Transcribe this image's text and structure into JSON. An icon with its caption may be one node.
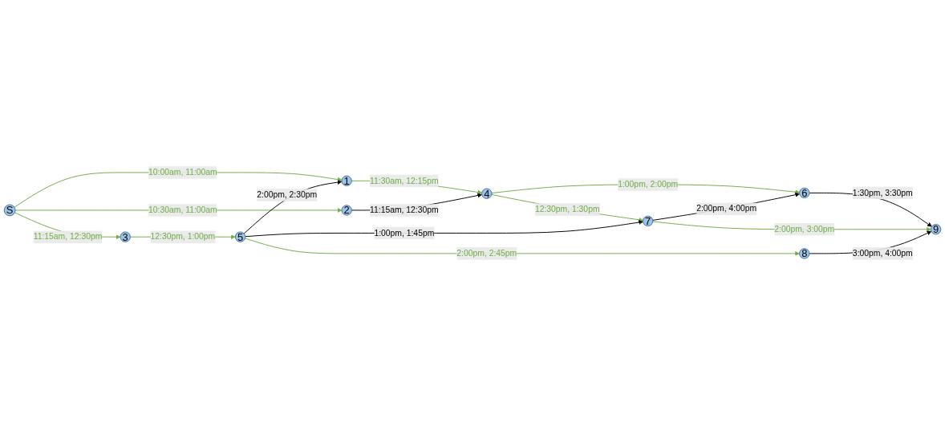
{
  "diagram": {
    "nodes": [
      {
        "text": [
          "S"
        ]
      },
      {
        "text": [
          "1"
        ]
      },
      {
        "text": [
          "2"
        ]
      },
      {
        "text": [
          "3"
        ]
      },
      {
        "text": [
          "4"
        ]
      },
      {
        "text": [
          "5"
        ]
      },
      {
        "text": [
          "6"
        ]
      },
      {
        "text": [
          "7"
        ]
      },
      {
        "text": [
          "8"
        ]
      },
      {
        "text": [
          "9"
        ]
      }
    ],
    "edges": [
      {
        "from": 0,
        "to": 1,
        "arrow": "to",
        "label": "10:00am, 11:00am"
      },
      {
        "from": 0,
        "to": 2,
        "arrow": "to",
        "label": "10:30am, 11:00am"
      },
      {
        "from": 0,
        "to": 3,
        "arrow": "to",
        "label": "11:15am, 12:30pm"
      },
      {
        "from": 1,
        "to": 4,
        "arrow": "to",
        "label": "11:30am, 12:15pm"
      },
      {
        "from": 2,
        "to": 4,
        "arrow": "to",
        "label": "11:15am, 12:30pm",
        "color": "#000000"
      },
      {
        "from": 3,
        "to": 5,
        "arrow": "to",
        "label": "12:30pm, 1:00pm"
      },
      {
        "from": 4,
        "to": 6,
        "arrow": "to",
        "label": "1:00pm, 2:00pm"
      },
      {
        "from": 4,
        "to": 7,
        "arrow": "to",
        "label": "12:30pm, 1:30pm"
      },
      {
        "from": 5,
        "to": 1,
        "arrow": "to",
        "label": "2:00pm, 2:30pm",
        "color": "#000000"
      },
      {
        "from": 5,
        "to": 7,
        "arrow": "to",
        "label": "1:00pm, 1:45pm",
        "color": "#000000"
      },
      {
        "from": 5,
        "to": 8,
        "arrow": "to",
        "label": "2:00pm, 2:45pm"
      },
      {
        "from": 7,
        "to": 6,
        "arrow": "to",
        "label": "2:00pm, 4:00pm",
        "color": "#000000"
      },
      {
        "from": 6,
        "to": 9,
        "arrow": "to",
        "label": "1:30pm, 3:30pm",
        "color": "#000000"
      },
      {
        "from": 7,
        "to": 9,
        "arrow": "to",
        "label": "2:00pm, 3:00pm"
      },
      {
        "from": 8,
        "to": 9,
        "arrow": "to",
        "label": "3:00pm, 4:00pm",
        "color": "#000000"
      }
    ]
  }
}
